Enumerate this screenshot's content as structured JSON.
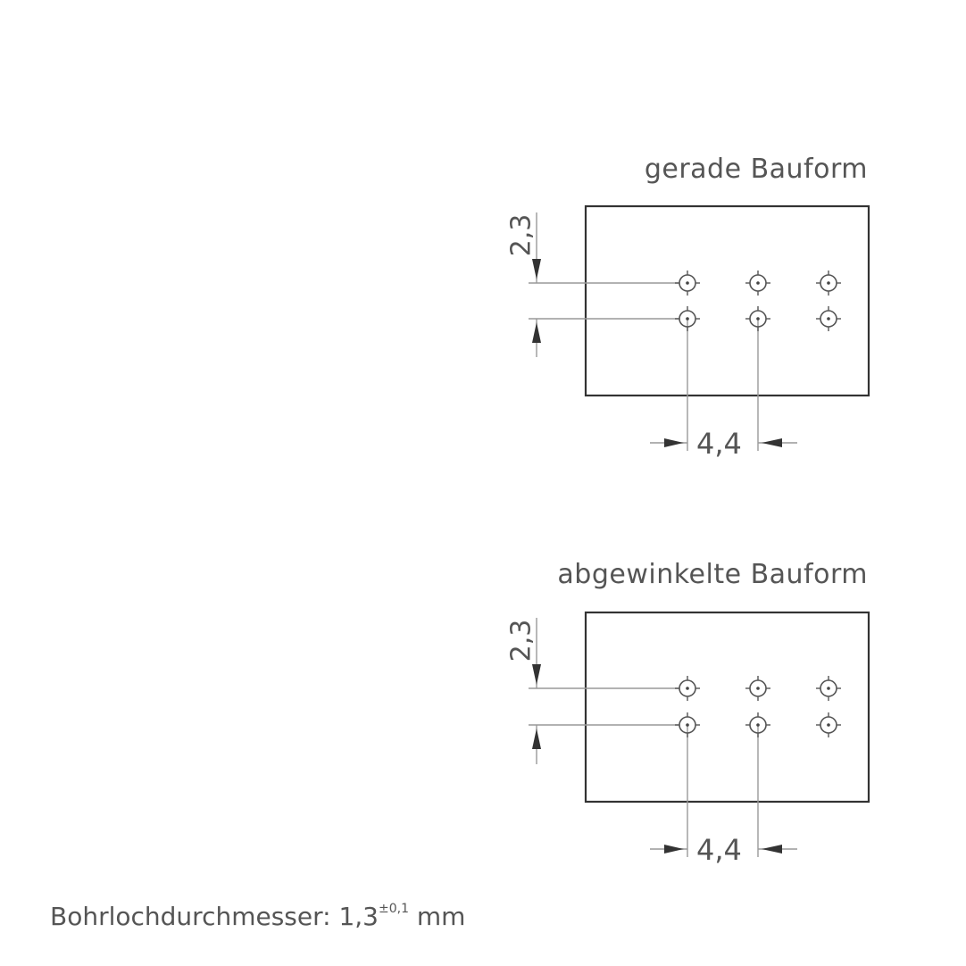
{
  "diagrams": [
    {
      "title": "gerade Bauform",
      "pitch_vertical": "2,3",
      "pitch_horizontal": "4,4",
      "rows": 2,
      "columns": 3
    },
    {
      "title": "abgewinkelte Bauform",
      "pitch_vertical": "2,3",
      "pitch_horizontal": "4,4",
      "rows": 2,
      "columns": 3
    }
  ],
  "footnote": {
    "label": "Bohrlochdurchmesser: 1,3",
    "tolerance": "±0,1",
    "unit": " mm"
  },
  "colors": {
    "outline": "#333333",
    "dimension_line": "#999999",
    "text": "#555555"
  }
}
